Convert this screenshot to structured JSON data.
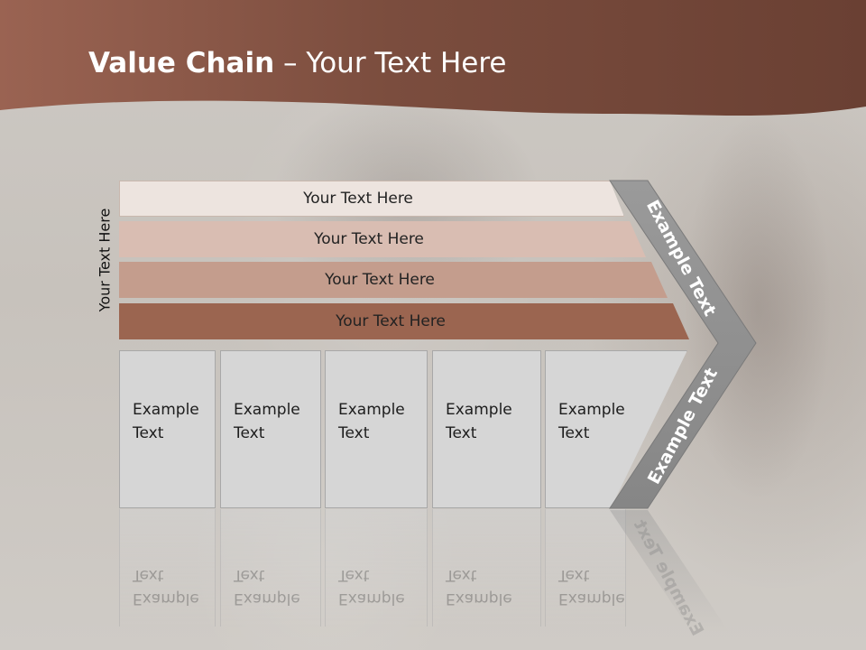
{
  "slide": {
    "title_bold": "Value Chain",
    "title_rest": " – Your Text Here",
    "vertical_label": "Your Text Here"
  },
  "levels": [
    {
      "label": "Your Text Here",
      "color": "#ede4df"
    },
    {
      "label": "Your Text Here",
      "color": "#d9bdb2"
    },
    {
      "label": "Your Text Here",
      "color": "#c49d8d"
    },
    {
      "label": "Your Text Here",
      "color": "#9b6550"
    }
  ],
  "boxes": [
    {
      "line1": "Example",
      "line2": "Text"
    },
    {
      "line1": "Example",
      "line2": "Text"
    },
    {
      "line1": "Example",
      "line2": "Text"
    },
    {
      "line1": "Example",
      "line2": "Text"
    },
    {
      "line1": "Example",
      "line2": "Text"
    }
  ],
  "chevron": {
    "top_label": "Example Text",
    "bottom_label": "Example Text",
    "color": "#8e8e8e"
  },
  "colors": {
    "header": "#8a5a48",
    "background": "#cbc6c0"
  }
}
